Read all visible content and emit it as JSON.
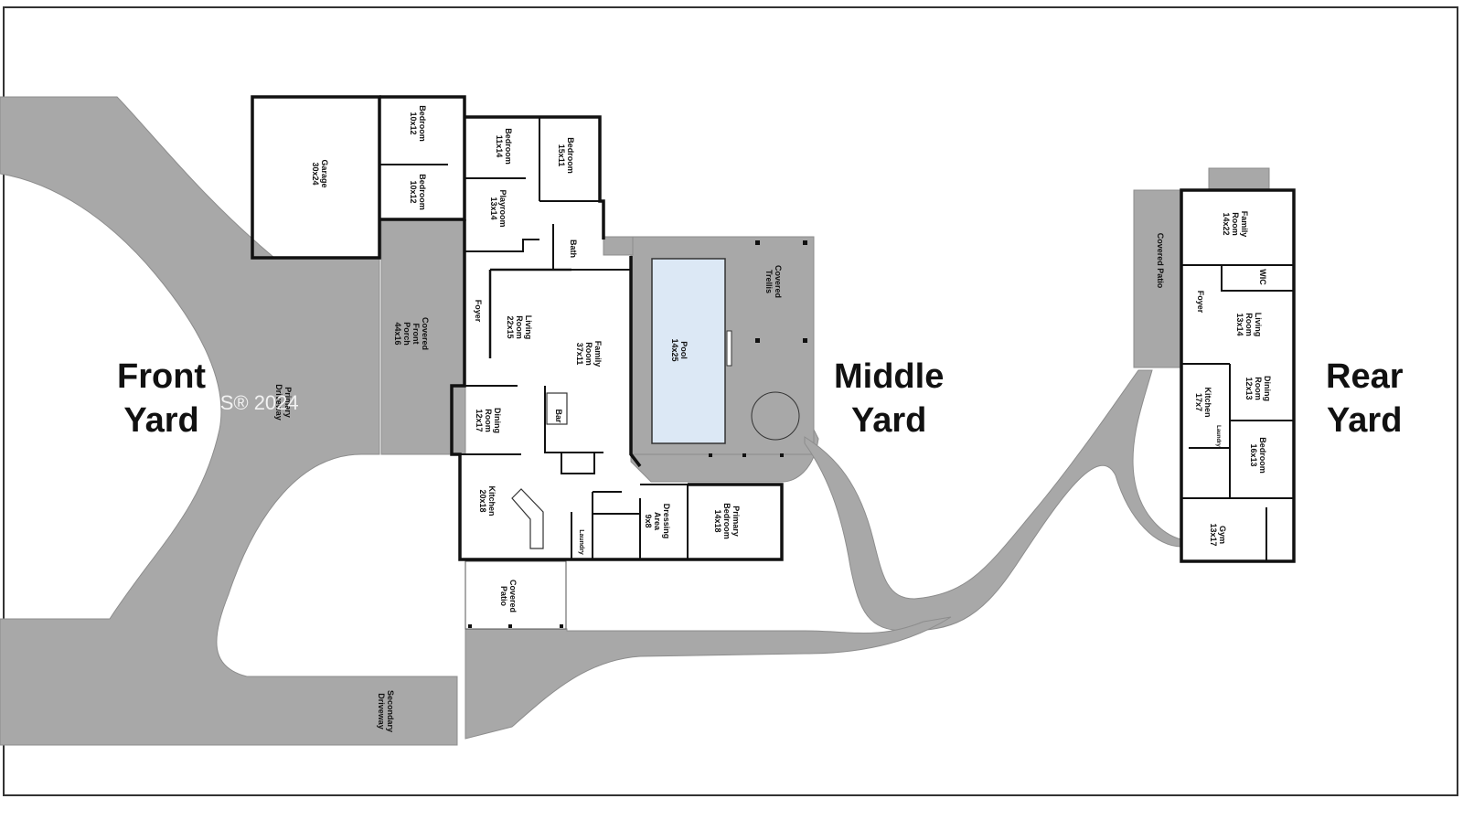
{
  "yards": {
    "front": {
      "line1": "Front",
      "line2": "Yard"
    },
    "middle": {
      "line1": "Middle",
      "line2": "Yard"
    },
    "rear": {
      "line1": "Rear",
      "line2": "Yard"
    }
  },
  "watermark": "A11610990 © Miami MLS® 2024",
  "driveways": {
    "primary": [
      "Primary",
      "Driveway"
    ],
    "secondary": [
      "Secondary",
      "Driveway"
    ]
  },
  "main_house": {
    "garage": [
      "Garage",
      "30x24"
    ],
    "bedroom_a": [
      "Bedroom",
      "10x12"
    ],
    "bedroom_b": [
      "Bedroom",
      "10x12"
    ],
    "bedroom_c": [
      "Bedroom",
      "11x14"
    ],
    "bedroom_d": [
      "Bedroom",
      "15x11"
    ],
    "playroom": [
      "Playroom",
      "13x14"
    ],
    "bath": [
      "Bath"
    ],
    "porch": [
      "Covered",
      "Front",
      "Porch",
      "44x16"
    ],
    "foyer": [
      "Foyer"
    ],
    "living_room": [
      "Living",
      "Room",
      "22x15"
    ],
    "family_room": [
      "Family",
      "Room",
      "37x11"
    ],
    "dining_room": [
      "Dining",
      "Room",
      "12x17"
    ],
    "bar": [
      "Bar"
    ],
    "kitchen": [
      "Kitchen",
      "20x18"
    ],
    "laundry": [
      "Laundry"
    ],
    "dressing_area": [
      "Dressing",
      "Area",
      "9x8"
    ],
    "primary_bedroom": [
      "Primary",
      "Bedroom",
      "14x18"
    ],
    "covered_patio": [
      "Covered",
      "Patio"
    ]
  },
  "pool_area": {
    "pool": [
      "Pool",
      "14x25"
    ],
    "trellis": [
      "Covered",
      "Trellis"
    ]
  },
  "guest_house": {
    "covered_patio": [
      "Covered Patio"
    ],
    "family_room": [
      "Family",
      "Room",
      "14x22"
    ],
    "wic": [
      "WIC"
    ],
    "foyer": [
      "Foyer"
    ],
    "living_room": [
      "Living",
      "Room",
      "13x14"
    ],
    "dining_room": [
      "Dining",
      "Room",
      "12x13"
    ],
    "kitchen": [
      "Kitchen",
      "17x7"
    ],
    "laundry": [
      "Laundry"
    ],
    "bedroom": [
      "Bedroom",
      "16x13"
    ],
    "gym": [
      "Gym",
      "13x17"
    ]
  },
  "colors": {
    "hardscape": "#a8a8a8",
    "wall": "#111111",
    "pool": "#dce8f5",
    "page": "#ffffff"
  }
}
